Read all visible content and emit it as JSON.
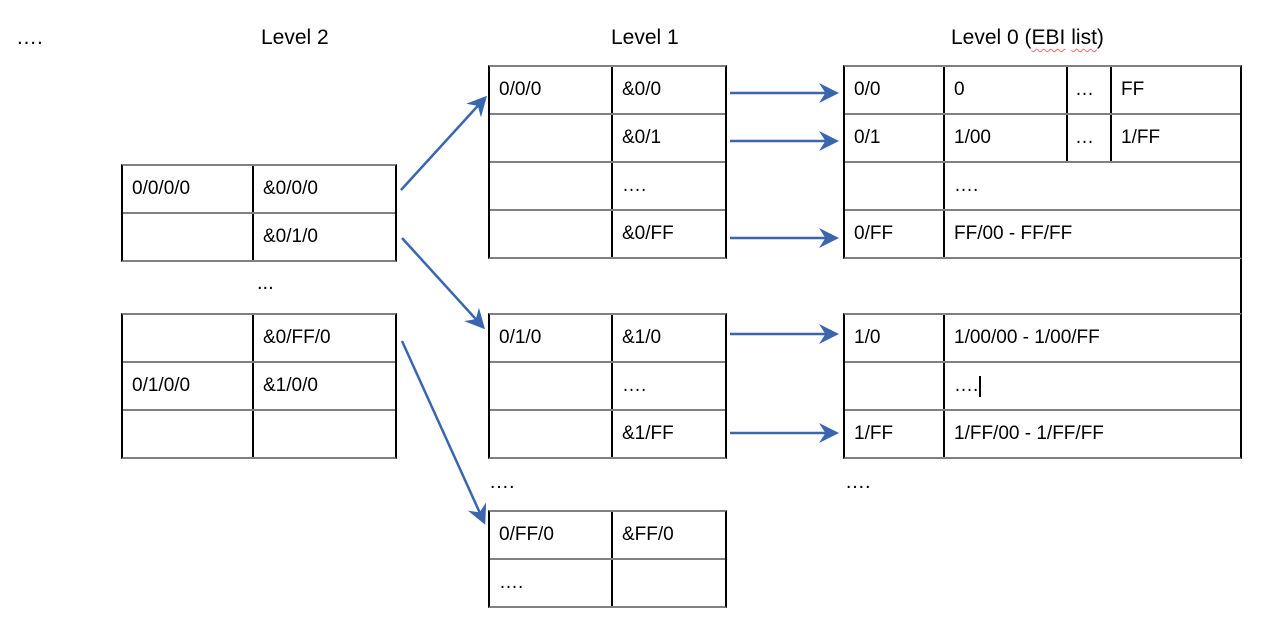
{
  "titles": {
    "level2": "Level 2",
    "level1": "Level 1",
    "level0_prefix": "Level 0 (",
    "level0_word_ebi": "EBI",
    "level0_word_list": "list",
    "level0_suffix": ")"
  },
  "dots": {
    "top_left": "….",
    "between_level2_tables": "...",
    "below_level1_tables": "….",
    "below_level0_tables": "…."
  },
  "colors": {
    "arrow": "#3A66AE",
    "horizontal_border": "#808080",
    "vertical_border": "#000000",
    "spellcheck_underline": "#ff6a64"
  },
  "tables": {
    "level2_upper": {
      "rows": [
        [
          "0/0/0/0",
          "&0/0/0"
        ],
        [
          "",
          "&0/1/0"
        ]
      ]
    },
    "level2_lower": {
      "rows": [
        [
          "",
          "&0/FF/0"
        ],
        [
          "0/1/0/0",
          "&1/0/0"
        ],
        [
          "",
          ""
        ]
      ]
    },
    "level1_upper": {
      "rows": [
        [
          "0/0/0",
          "&0/0"
        ],
        [
          "",
          "&0/1"
        ],
        [
          "",
          "…."
        ],
        [
          "",
          "&0/FF"
        ]
      ]
    },
    "level1_middle": {
      "rows": [
        [
          "0/1/0",
          "&1/0"
        ],
        [
          "",
          "…."
        ],
        [
          "",
          "&1/FF"
        ]
      ]
    },
    "level1_bottom": {
      "rows": [
        [
          "0/FF/0",
          "&FF/0"
        ],
        [
          "….",
          ""
        ]
      ]
    },
    "level0_upper": {
      "rows": [
        [
          "0/0",
          "0",
          "…",
          "FF"
        ],
        [
          "0/1",
          "1/00",
          "…",
          "1/FF"
        ],
        [
          "",
          "…."
        ],
        [
          "0/FF",
          "FF/00 - FF/FF"
        ]
      ]
    },
    "level0_lower": {
      "rows": [
        [
          "1/0",
          "1/00/00 - 1/00/FF"
        ],
        [
          "",
          "…."
        ],
        [
          "1/FF",
          "1/FF/00 - 1/FF/FF"
        ]
      ]
    }
  }
}
